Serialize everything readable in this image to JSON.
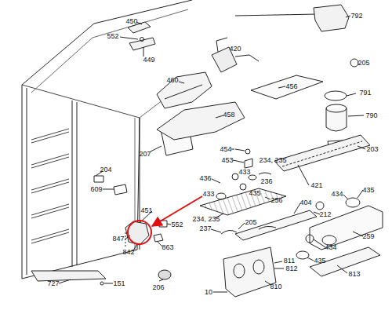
{
  "diagram": {
    "labels": [
      "450",
      "552",
      "449",
      "420",
      "792",
      "205",
      "791",
      "790",
      "203",
      "460",
      "456",
      "458",
      "207",
      "454",
      "453",
      "234, 235",
      "236",
      "433",
      "436",
      "433",
      "435",
      "421",
      "204",
      "609",
      "434",
      "435",
      "256",
      "234, 235",
      "404",
      "212",
      "451",
      "552",
      "205",
      "259",
      "847",
      "842",
      "863",
      "237",
      "434",
      "435",
      "811",
      "812",
      "813",
      "810",
      "10",
      "727",
      "151",
      "206"
    ]
  }
}
